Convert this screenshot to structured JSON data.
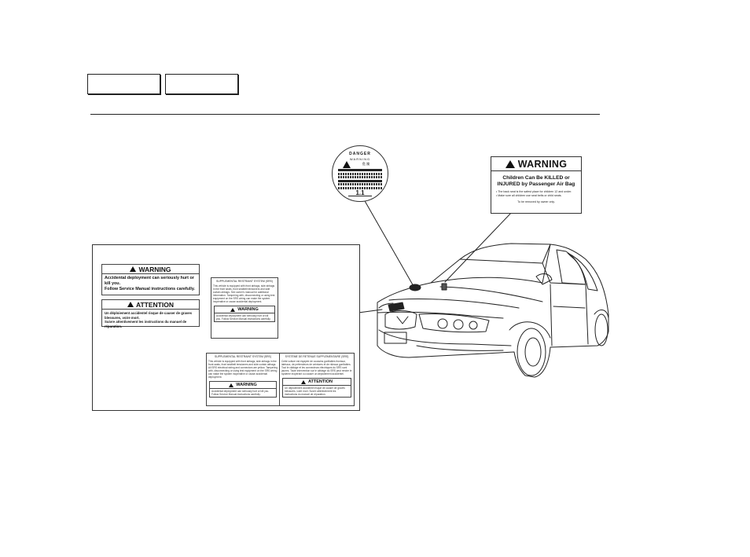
{
  "header_tabs": [
    {
      "label": ""
    },
    {
      "label": ""
    }
  ],
  "danger_disc": {
    "line1": "DANGER",
    "line2": "WARNING",
    "kanji": "危 険",
    "number": "1.1"
  },
  "airbag_warning_sticker": {
    "heading": "WARNING",
    "main_line1": "Children Can Be KILLED or",
    "main_line2": "INJURED by Passenger Air Bag",
    "bullets": [
      "• The back seat is the safest place for children 12 and under.",
      "• Make sure all children use seat belts or child seats."
    ],
    "footer": "To be removed by owner only."
  },
  "labels": {
    "warning_en": {
      "heading": "WARNING",
      "line1": "Accidental deployment can seriously hurt or",
      "line2": "kill you.",
      "line3": "Follow Service Manual instructions carefully."
    },
    "attention_fr": {
      "heading": "ATTENTION",
      "line1": "Un déploiement accidentel risque de causer de graves",
      "line2": "blessures, voire mort.",
      "line3": "Suivre attentivement les instructions du manuel de réparation."
    },
    "srs_small": {
      "title": "SUPPLEMENTAL RESTRAINT SYSTEM (SRS)",
      "text": "This vehicle is equipped with front airbags, side airbags in the front seats, front seatbelt tensioners and side curtain airbags. See owner's manual for additional information. Tampering with, disconnecting or using test equipment on the SRS wiring can make the system inoperative or cause accidental deployment.",
      "warning": "WARNING",
      "warning_text": "Accidental deployment can seriously hurt or kill you. Follow Service Manual instructions carefully."
    },
    "srs_bilingual": {
      "title_en": "SUPPLEMENTAL RESTRAINT SYSTEM (SRS)",
      "title_fr": "SYSTÈME DE RETENUE SUPPLÉMENTAIRE (SRS)",
      "text_en": "This vehicle is equipped with front airbags, side airbags in the front seats, front seatbelt tensioners and side curtain airbags. All SRS electrical wiring and connectors are yellow. Tampering with, disconnecting or using test equipment on the SRS wiring can make the system inoperative or cause accidental deployment.",
      "text_fr": "Cette voiture est équipée de coussins gonflables frontaux, latéraux, de prétendeurs de ceintures et de rideaux gonflables. Tout le câblage et les connecteurs électriques du SRS sont jaunes. Toute intervention sur le câblage du SRS peut rendre le système inopérant ou causer un déploiement accidentel.",
      "warning": "WARNING",
      "warning_text": "Accidental deployment can seriously hurt or kill you. Follow Service Manual instructions carefully.",
      "attention": "ATTENTION",
      "attention_text": "Un déploiement accidentel risque de causer de graves blessures, voire mort. Suivre attentivement les instructions du manuel de réparation."
    }
  },
  "colors": {
    "ink": "#111111",
    "paper": "#ffffff"
  }
}
